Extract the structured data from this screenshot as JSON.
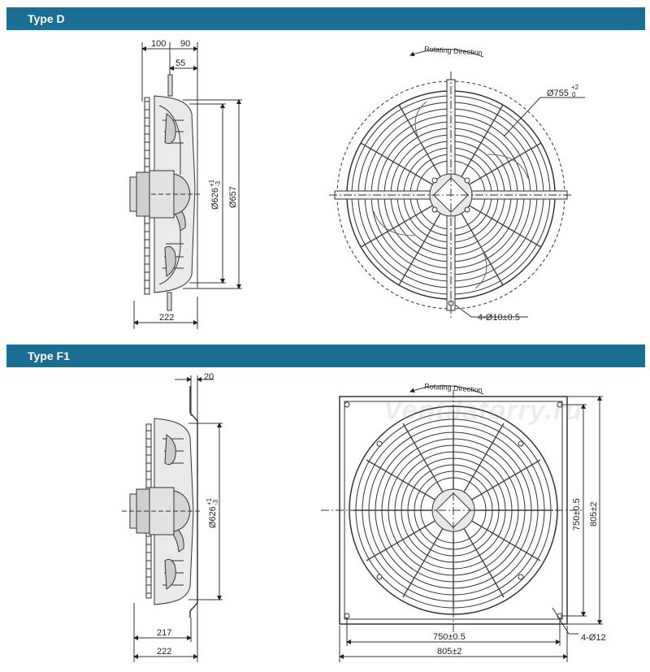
{
  "sections": {
    "type_d": {
      "title": "Type D"
    },
    "type_f1": {
      "title": "Type F1"
    }
  },
  "type_d": {
    "side_view": {
      "dim_100": "100",
      "dim_90": "90",
      "dim_55": "55",
      "dim_626": "Ø626",
      "dim_626_tol_upper": "+1",
      "dim_626_tol_lower": "-3",
      "dim_657": "Ø657",
      "dim_222": "222"
    },
    "front_view": {
      "rotating_direction": "Rotating Direction",
      "dim_755": "Ø755",
      "dim_755_tol_upper": "+2",
      "dim_755_tol_lower": "0",
      "holes": "4-Ø10±0.5"
    }
  },
  "type_f1": {
    "side_view": {
      "dim_20": "20",
      "dim_626": "Ø626",
      "dim_626_tol_upper": "+1",
      "dim_626_tol_lower": "-3",
      "dim_217": "217",
      "dim_222": "222"
    },
    "front_view": {
      "rotating_direction": "Rotating Direction",
      "dim_750_v": "750±0.5",
      "dim_805_v": "805±2",
      "dim_750_h": "750±0.5",
      "dim_805_h": "805±2",
      "holes": "4-Ø12"
    },
    "watermark": "Ventilatorry.ru"
  }
}
